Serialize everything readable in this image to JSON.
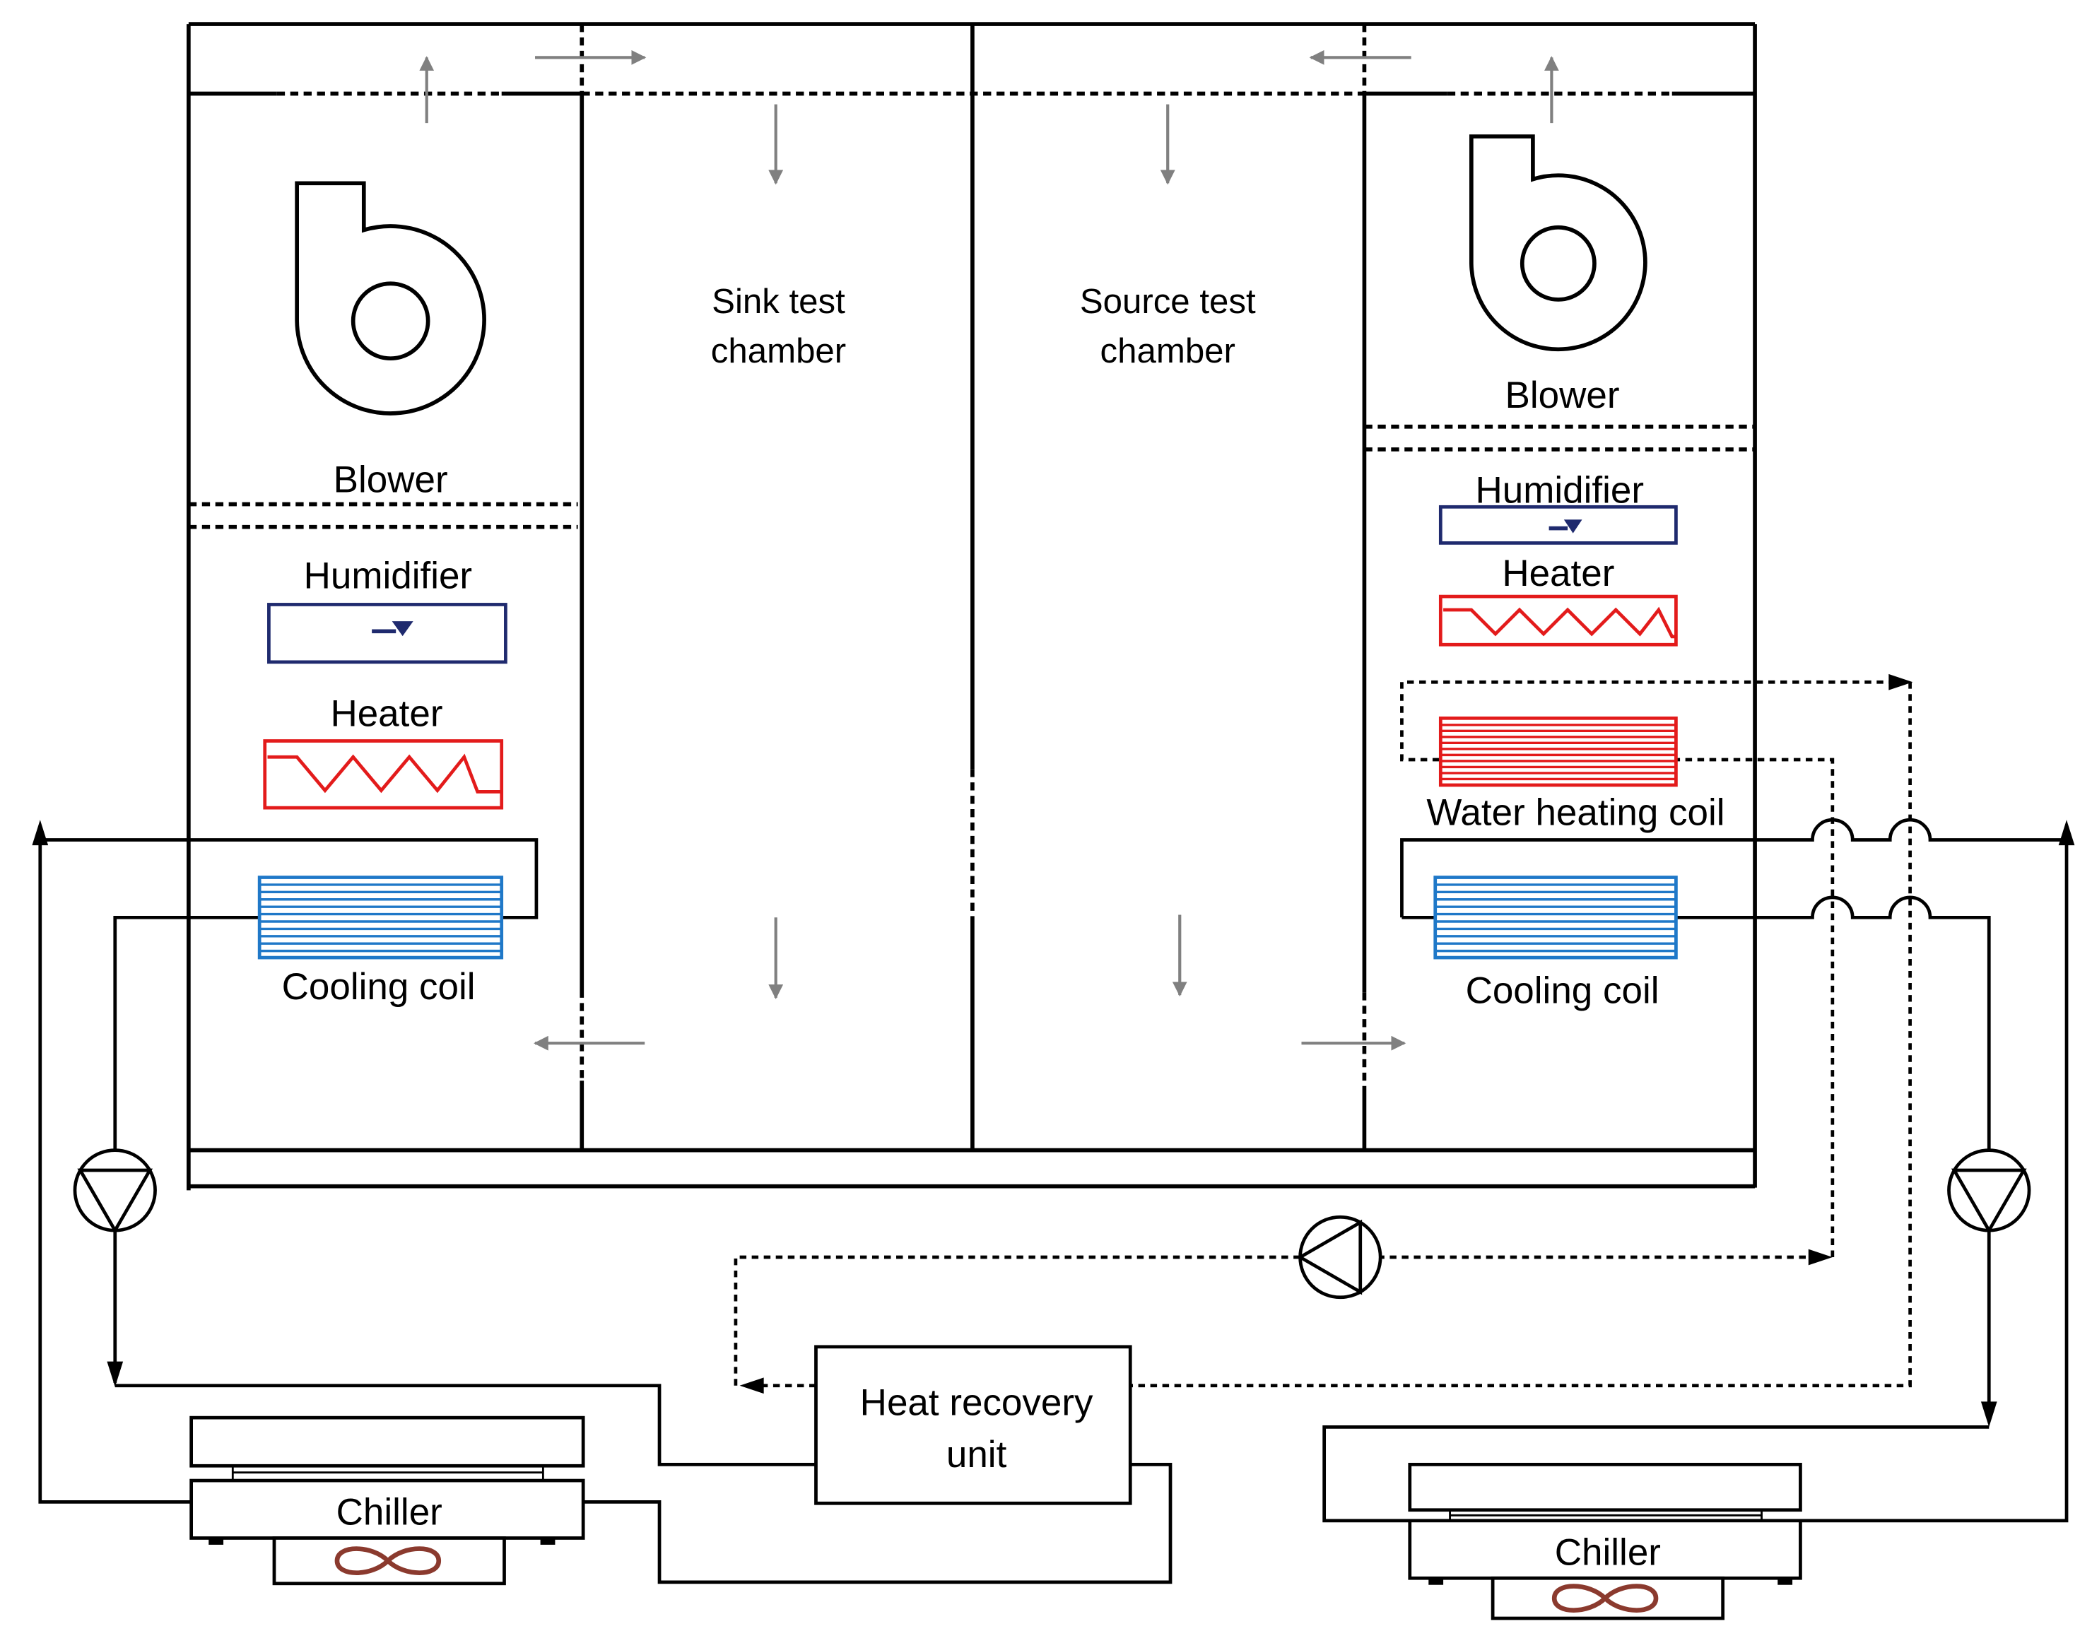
{
  "diagram": {
    "sink_chamber": {
      "line1": "Sink test",
      "line2": "chamber"
    },
    "source_chamber": {
      "line1": "Source test",
      "line2": "chamber"
    },
    "left_unit": {
      "blower": "Blower",
      "humidifier": "Humidifier",
      "heater": "Heater",
      "cooling_coil": "Cooling coil",
      "chiller": "Chiller"
    },
    "right_unit": {
      "blower": "Blower",
      "humidifier": "Humidifier",
      "heater": "Heater",
      "water_heating_coil": "Water heating coil",
      "cooling_coil": "Cooling coil",
      "chiller": "Chiller"
    },
    "heat_recovery_unit": {
      "line1": "Heat recovery",
      "line2": "unit"
    }
  },
  "colors": {
    "humidifier": "#1f2a6e",
    "heater": "#e31b1b",
    "water_heating_coil": "#e31b1b",
    "cooling_coil": "#1f78c8",
    "airflow_arrows": "#808080",
    "chiller_fan": "#8b3a2e"
  }
}
